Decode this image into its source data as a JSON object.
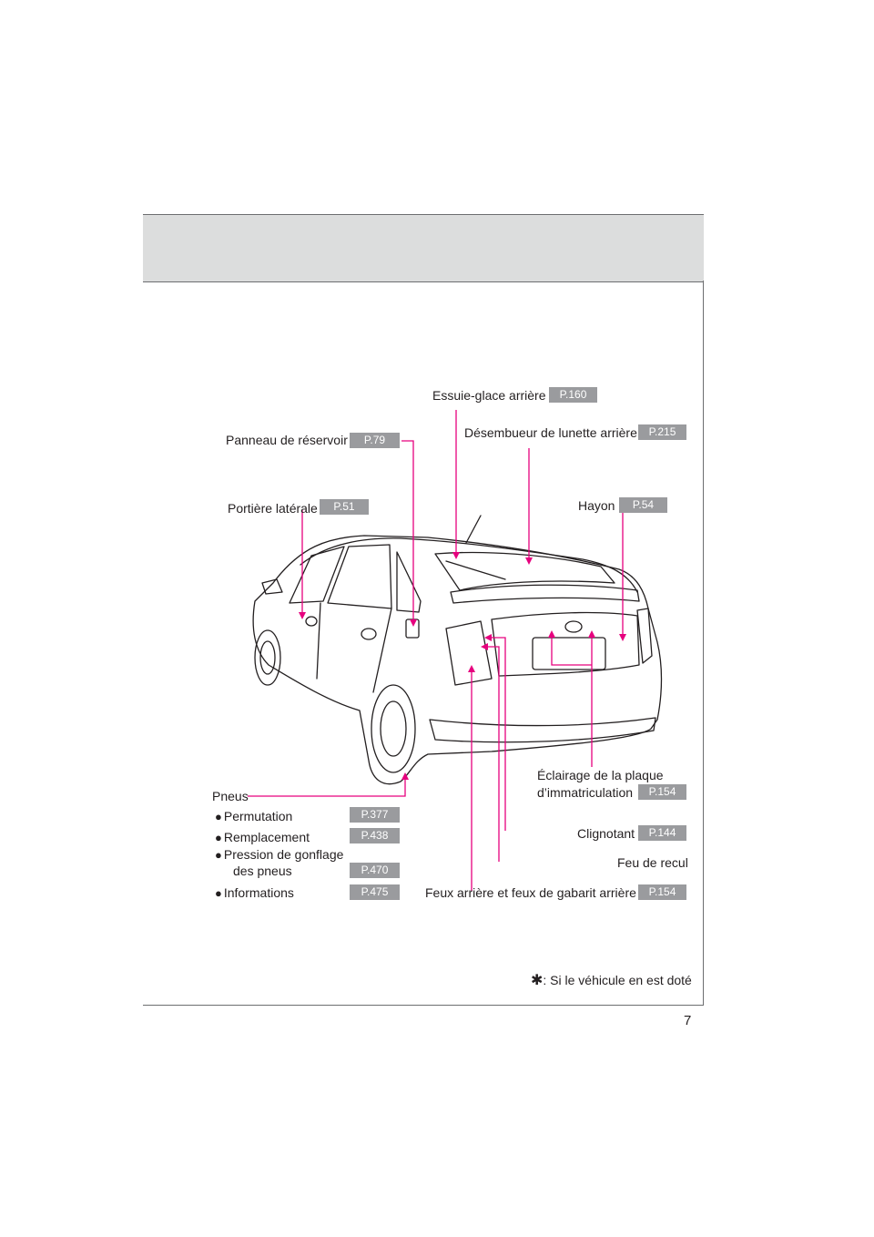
{
  "page_number": "7",
  "colors": {
    "leader": "#e6007e",
    "ref_box": "#9a9b9e",
    "header": "#dcdddd"
  },
  "callouts": {
    "essuie_glace": {
      "label": "Essuie-glace arrière",
      "ref": "P.160"
    },
    "panneau_reservoir": {
      "label": "Panneau de réservoir",
      "ref": "P.79"
    },
    "desembueur": {
      "label": "Désembueur de lunette arrière",
      "ref": "P.215"
    },
    "portiere": {
      "label": "Portière latérale",
      "ref": "P.51"
    },
    "hayon": {
      "label": "Hayon",
      "ref": "P.54"
    },
    "eclairage_plaque": {
      "line1": "Éclairage de la plaque",
      "line2": "d’immatriculation",
      "ref": "P.154"
    },
    "clignotant": {
      "label": "Clignotant",
      "ref": "P.144"
    },
    "feu_recul": {
      "label": "Feu de recul"
    },
    "feux_arriere": {
      "label": "Feux arrière et feux de gabarit arrière",
      "ref": "P.154"
    }
  },
  "pneus": {
    "title": "Pneus",
    "items": [
      {
        "label": "Permutation",
        "ref": "P.377"
      },
      {
        "label": "Remplacement",
        "ref": "P.438"
      },
      {
        "label": "Pression de gonflage",
        "label2": "des pneus",
        "ref": "P.470"
      },
      {
        "label": "Informations",
        "ref": "P.475"
      }
    ]
  },
  "footnote": {
    "star": "✱",
    "text": ": Si le véhicule en est doté"
  }
}
